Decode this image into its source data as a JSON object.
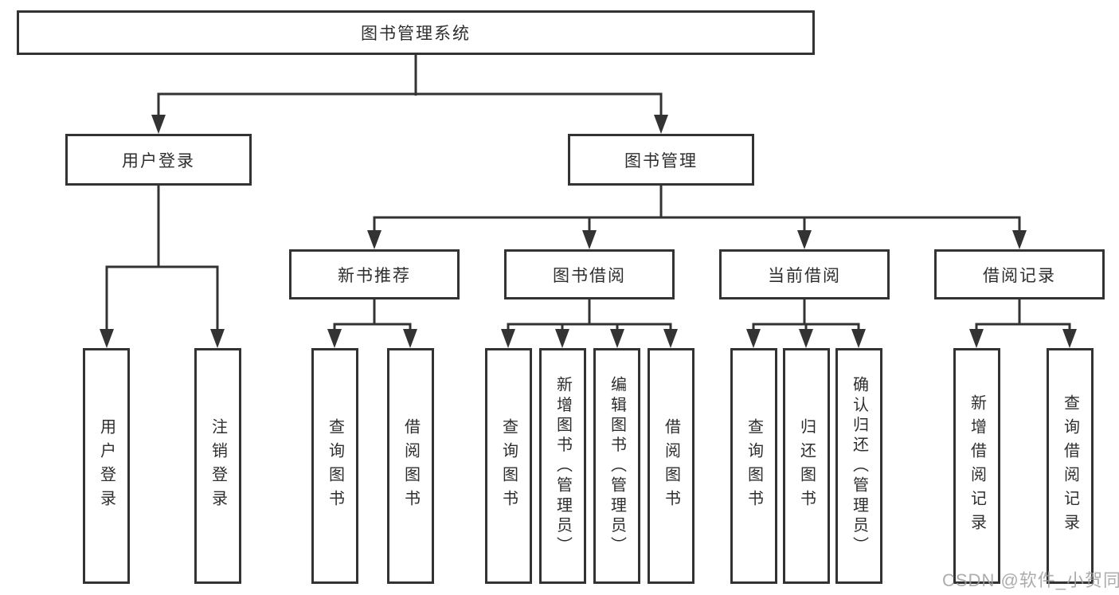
{
  "tree": {
    "root": {
      "label": "图书管理系统"
    },
    "children": [
      {
        "label": "用户登录",
        "children": [
          {
            "label": "用户登录"
          },
          {
            "label": "注销登录"
          }
        ]
      },
      {
        "label": "图书管理",
        "children": [
          {
            "label": "新书推荐",
            "children": [
              {
                "label": "查询图书"
              },
              {
                "label": "借阅图书"
              }
            ]
          },
          {
            "label": "图书借阅",
            "children": [
              {
                "label": "查询图书"
              },
              {
                "label": "新增图书（管理员）"
              },
              {
                "label": "编辑图书（管理员）"
              },
              {
                "label": "借阅图书"
              }
            ]
          },
          {
            "label": "当前借阅",
            "children": [
              {
                "label": "查询图书"
              },
              {
                "label": "归还图书"
              },
              {
                "label": "确认归还（管理员）"
              }
            ]
          },
          {
            "label": "借阅记录",
            "children": [
              {
                "label": "新增借阅记录"
              },
              {
                "label": "查询借阅记录"
              }
            ]
          }
        ]
      }
    ]
  },
  "watermark": {
    "text": "CSDN @软件_小贺同学"
  },
  "colors": {
    "line": "#333333",
    "text": "#2e2e2e",
    "background": "#ffffff",
    "watermark": "#9e9e9e"
  }
}
